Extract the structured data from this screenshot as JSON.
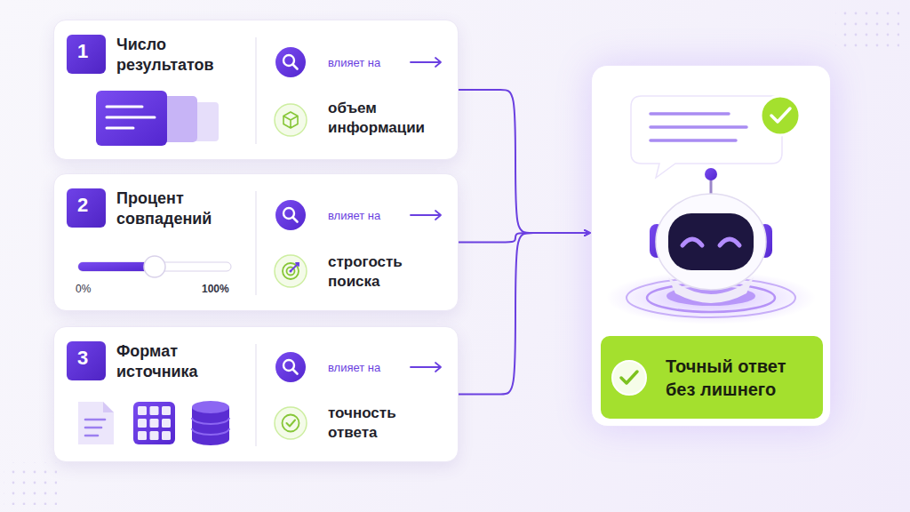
{
  "diagram": {
    "nodes": [
      {
        "text": [
          "Число результатов",
          "влияет на",
          "объем информации"
        ]
      },
      {
        "text": [
          "1"
        ],
        "in": 0
      },
      {
        "text": [
          "Процент совпадений",
          "влияет на",
          "строгость поиска",
          "0%",
          "100%"
        ]
      },
      {
        "text": [
          "2"
        ],
        "in": 2
      },
      {
        "text": [
          "Формат источника",
          "влияет на",
          "точность ответа"
        ]
      },
      {
        "text": [
          "3"
        ],
        "in": 4
      },
      {
        "text": []
      },
      {
        "text": [
          "Точный ответ без лишнего"
        ],
        "in": 6
      }
    ],
    "edges": [
      {
        "from": 0,
        "to": 6,
        "arrow": "to"
      },
      {
        "from": 2,
        "to": 6,
        "arrow": "to"
      },
      {
        "from": 4,
        "to": 6,
        "arrow": "to"
      }
    ]
  }
}
